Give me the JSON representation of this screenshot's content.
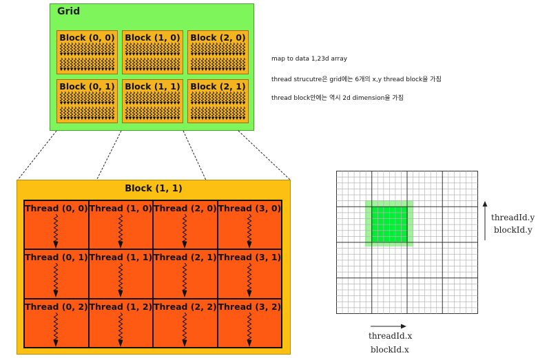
{
  "grid": {
    "title": "Grid",
    "blocks": [
      "Block (0, 0)",
      "Block (1, 0)",
      "Block (2, 0)",
      "Block (0, 1)",
      "Block (1, 1)",
      "Block (2, 1)"
    ]
  },
  "block_detail": {
    "title": "Block (1, 1)",
    "threads": [
      "Thread (0, 0)",
      "Thread (1, 0)",
      "Thread (2, 0)",
      "Thread (3, 0)",
      "Thread (0, 1)",
      "Thread (1, 1)",
      "Thread (2, 1)",
      "Thread (3, 1)",
      "Thread (0, 2)",
      "Thread (1, 2)",
      "Thread (2, 2)",
      "Thread (3, 2)"
    ]
  },
  "notes": {
    "line1": "map to data 1,23d array",
    "line2": "thread strucutre은 grid에는 6개의 x,y thread block을 가짐",
    "line3": "thread block안에는 역시 2d dimension을 가짐"
  },
  "index_diagram": {
    "y_label_1": "threadId.y",
    "y_label_2": "blockId.y",
    "x_label_1": "threadId.x",
    "x_label_2": "blockId.x",
    "highlight_color": "#00ee33",
    "highlight_outer_color": "#9ff49a"
  }
}
